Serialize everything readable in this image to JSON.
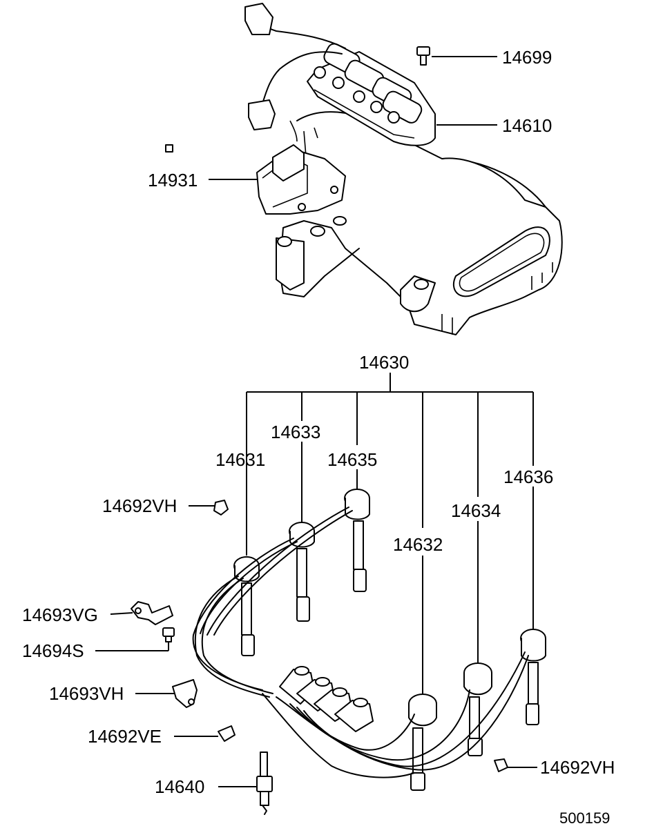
{
  "diagram": {
    "code": "500159",
    "labels": {
      "p14699": "14699",
      "p14610": "14610",
      "p14931": "14931",
      "p14630": "14630",
      "p14633": "14633",
      "p14631": "14631",
      "p14635": "14635",
      "p14636": "14636",
      "p14634": "14634",
      "p14632": "14632",
      "p14692vh_top": "14692VH",
      "p14693vg": "14693VG",
      "p14694s": "14694S",
      "p14693vh": "14693VH",
      "p14692ve": "14692VE",
      "p14640": "14640",
      "p14692vh_bottom": "14692VH"
    }
  }
}
